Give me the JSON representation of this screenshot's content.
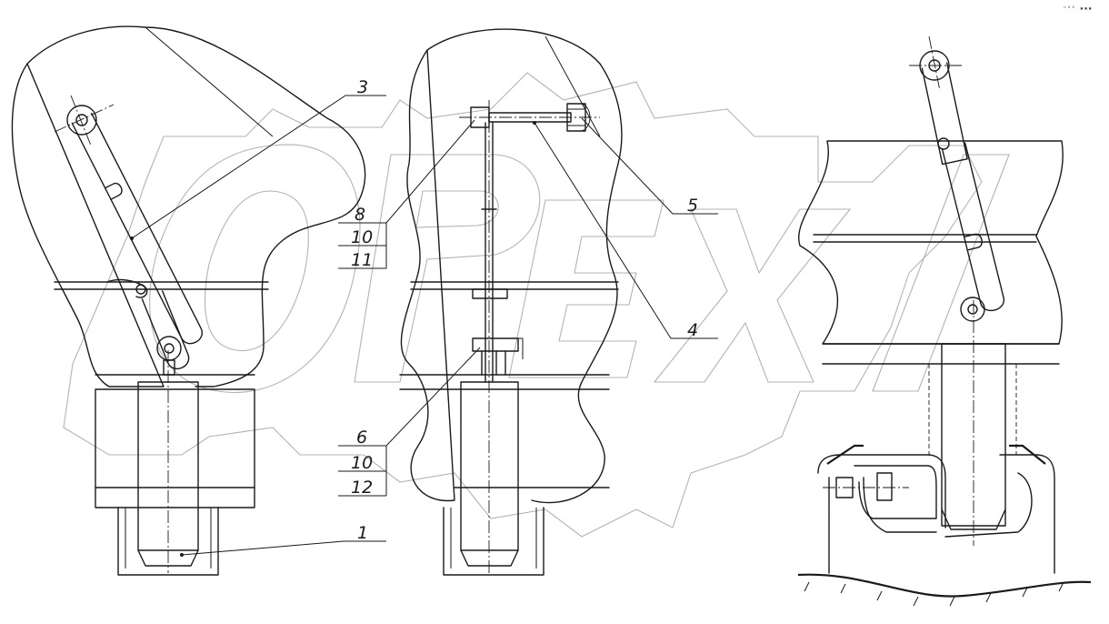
{
  "corner_mark": "ⁿ⁰⁰ ▪▪▪",
  "callouts": {
    "c1": "1",
    "c3": "3",
    "c4": "4",
    "c5": "5",
    "c6": "6",
    "c8": "8",
    "c10a": "10",
    "c11": "11",
    "c10b": "10",
    "c12": "12"
  },
  "watermark": "OPEX",
  "colors": {
    "line": "#1a1a1a",
    "watermark": "#9a9a9a",
    "background": "#ffffff"
  }
}
